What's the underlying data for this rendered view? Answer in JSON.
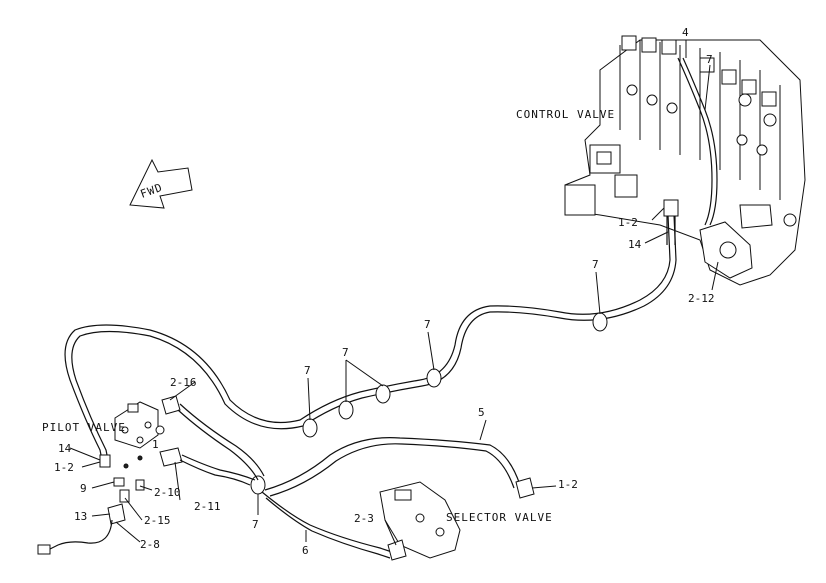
{
  "labels": {
    "control_valve": "CONTROL VALVE",
    "pilot_valve": "PILOT VALVE",
    "selector_valve": "SELECTOR VALVE",
    "fwd": "FWD"
  },
  "callouts": {
    "c4": "4",
    "c7a": "7",
    "c12a": "1-2",
    "c14a": "14",
    "c7b": "7",
    "c212": "2-12",
    "c7c": "7",
    "c7d": "7",
    "c7e": "7",
    "c7f": "7",
    "c216": "2-16",
    "c5": "5",
    "c1": "1",
    "c14b": "14",
    "c12b": "1-2",
    "c9": "9",
    "c210": "2-10",
    "c211": "2-11",
    "c215": "2-15",
    "c13": "13",
    "c28": "2-8",
    "c23": "2-3",
    "c6": "6",
    "c7g": "7",
    "c12c": "1-2"
  }
}
